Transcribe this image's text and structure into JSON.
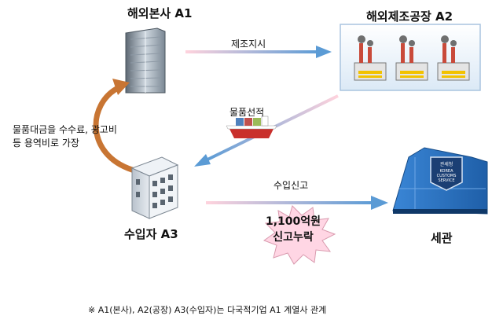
{
  "nodes": {
    "hq": "해외본사 A1",
    "factory": "해외제조공장 A2",
    "importer": "수입자 A3",
    "customs": "세관"
  },
  "edges": {
    "manufacture_order": "제조지시",
    "shipment": "물품선적",
    "import_declaration": "수입신고",
    "disguised_payment_line1": "물품대금을 수수료, 광고비",
    "disguised_payment_line2": "등 용역비로 가장"
  },
  "callout": {
    "amount": "1,100억원",
    "status": "신고누락"
  },
  "customs_sign": {
    "top": "관세청",
    "line1": "KOREA",
    "line2": "CUSTOMS",
    "line3": "SERVICE"
  },
  "footnote": "※ A1(본사), A2(공장) A3(수입자)는 다국적기업 A1 계열사 관계",
  "colors": {
    "arrow_blue": "#5b9bd5",
    "arrow_orange": "#c87533",
    "callout_fill": "#ffd6e4",
    "building_blue": "#2f6fb5"
  }
}
